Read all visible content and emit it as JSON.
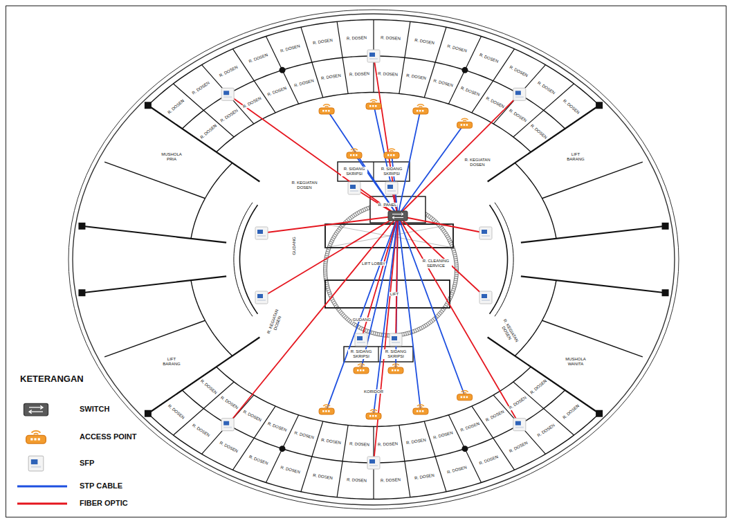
{
  "diagram": {
    "labels": [
      "R. DOSEN",
      "R. DOSEN",
      "R. DOSEN",
      "R. DOSEN",
      "R. DOSEN",
      "R. DOSEN",
      "R. DOSEN",
      "R. DOSEN",
      "R. DOSEN",
      "R. DOSEN",
      "R. DOSEN",
      "R. DOSEN",
      "R. DOSEN",
      "R. DOSEN",
      "R. DOSEN",
      "R. DOSEN",
      "R. DOSEN",
      "R. DOSEN",
      "R. DOSEN",
      "R. DOSEN",
      "R. DOSEN",
      "R. DOSEN",
      "R. DOSEN",
      "R. DOSEN",
      "R. DOSEN",
      "R. DOSEN",
      "R. DOSEN",
      "R. DOSEN",
      "MUSHOLA PRIA",
      "LIFT BARANG",
      "R. KEGIATAN DOSEN",
      "R. SIDANG SKRIPSI",
      "R. SIDANG SKRIPSI",
      "R. KEGIATAN DOSEN",
      "R. PANEL",
      "GUDANG",
      "LIFT LOBBY",
      "R. CLEANING SERVICE",
      "LIFT",
      "GUDANG",
      "R. KEGIATAN DOSEN",
      "R. SIDANG SKRIPSI",
      "R. SIDANG SKRIPSI",
      "R. KEGIATAN DOSEN",
      "LIFT BARANG",
      "MUSHOLA WANITA",
      "KORIDOR",
      "R. DOSEN",
      "R. DOSEN",
      "R. DOSEN",
      "R. DOSEN",
      "R. DOSEN",
      "R. DOSEN",
      "R. DOSEN",
      "R. DOSEN",
      "R. DOSEN",
      "R. DOSEN",
      "R. DOSEN",
      "R. DOSEN",
      "R. DOSEN",
      "R. DOSEN",
      "R. DOSEN",
      "R. DOSEN",
      "R. DOSEN",
      "R. DOSEN",
      "R. DOSEN",
      "R. DOSEN",
      "R. DOSEN",
      "R. DOSEN",
      "R. DOSEN",
      "R. DOSEN",
      "R. DOSEN",
      "R. DOSEN",
      "R. DOSEN",
      "R. DOSEN",
      "KETERANGAN"
    ],
    "legend": [
      {
        "text": "SWITCH"
      },
      {
        "text": "ACCESS POINT"
      },
      {
        "text": "SFP"
      },
      {
        "text": "STP CABLE"
      },
      {
        "text": "FIBER OPTIC"
      }
    ]
  }
}
